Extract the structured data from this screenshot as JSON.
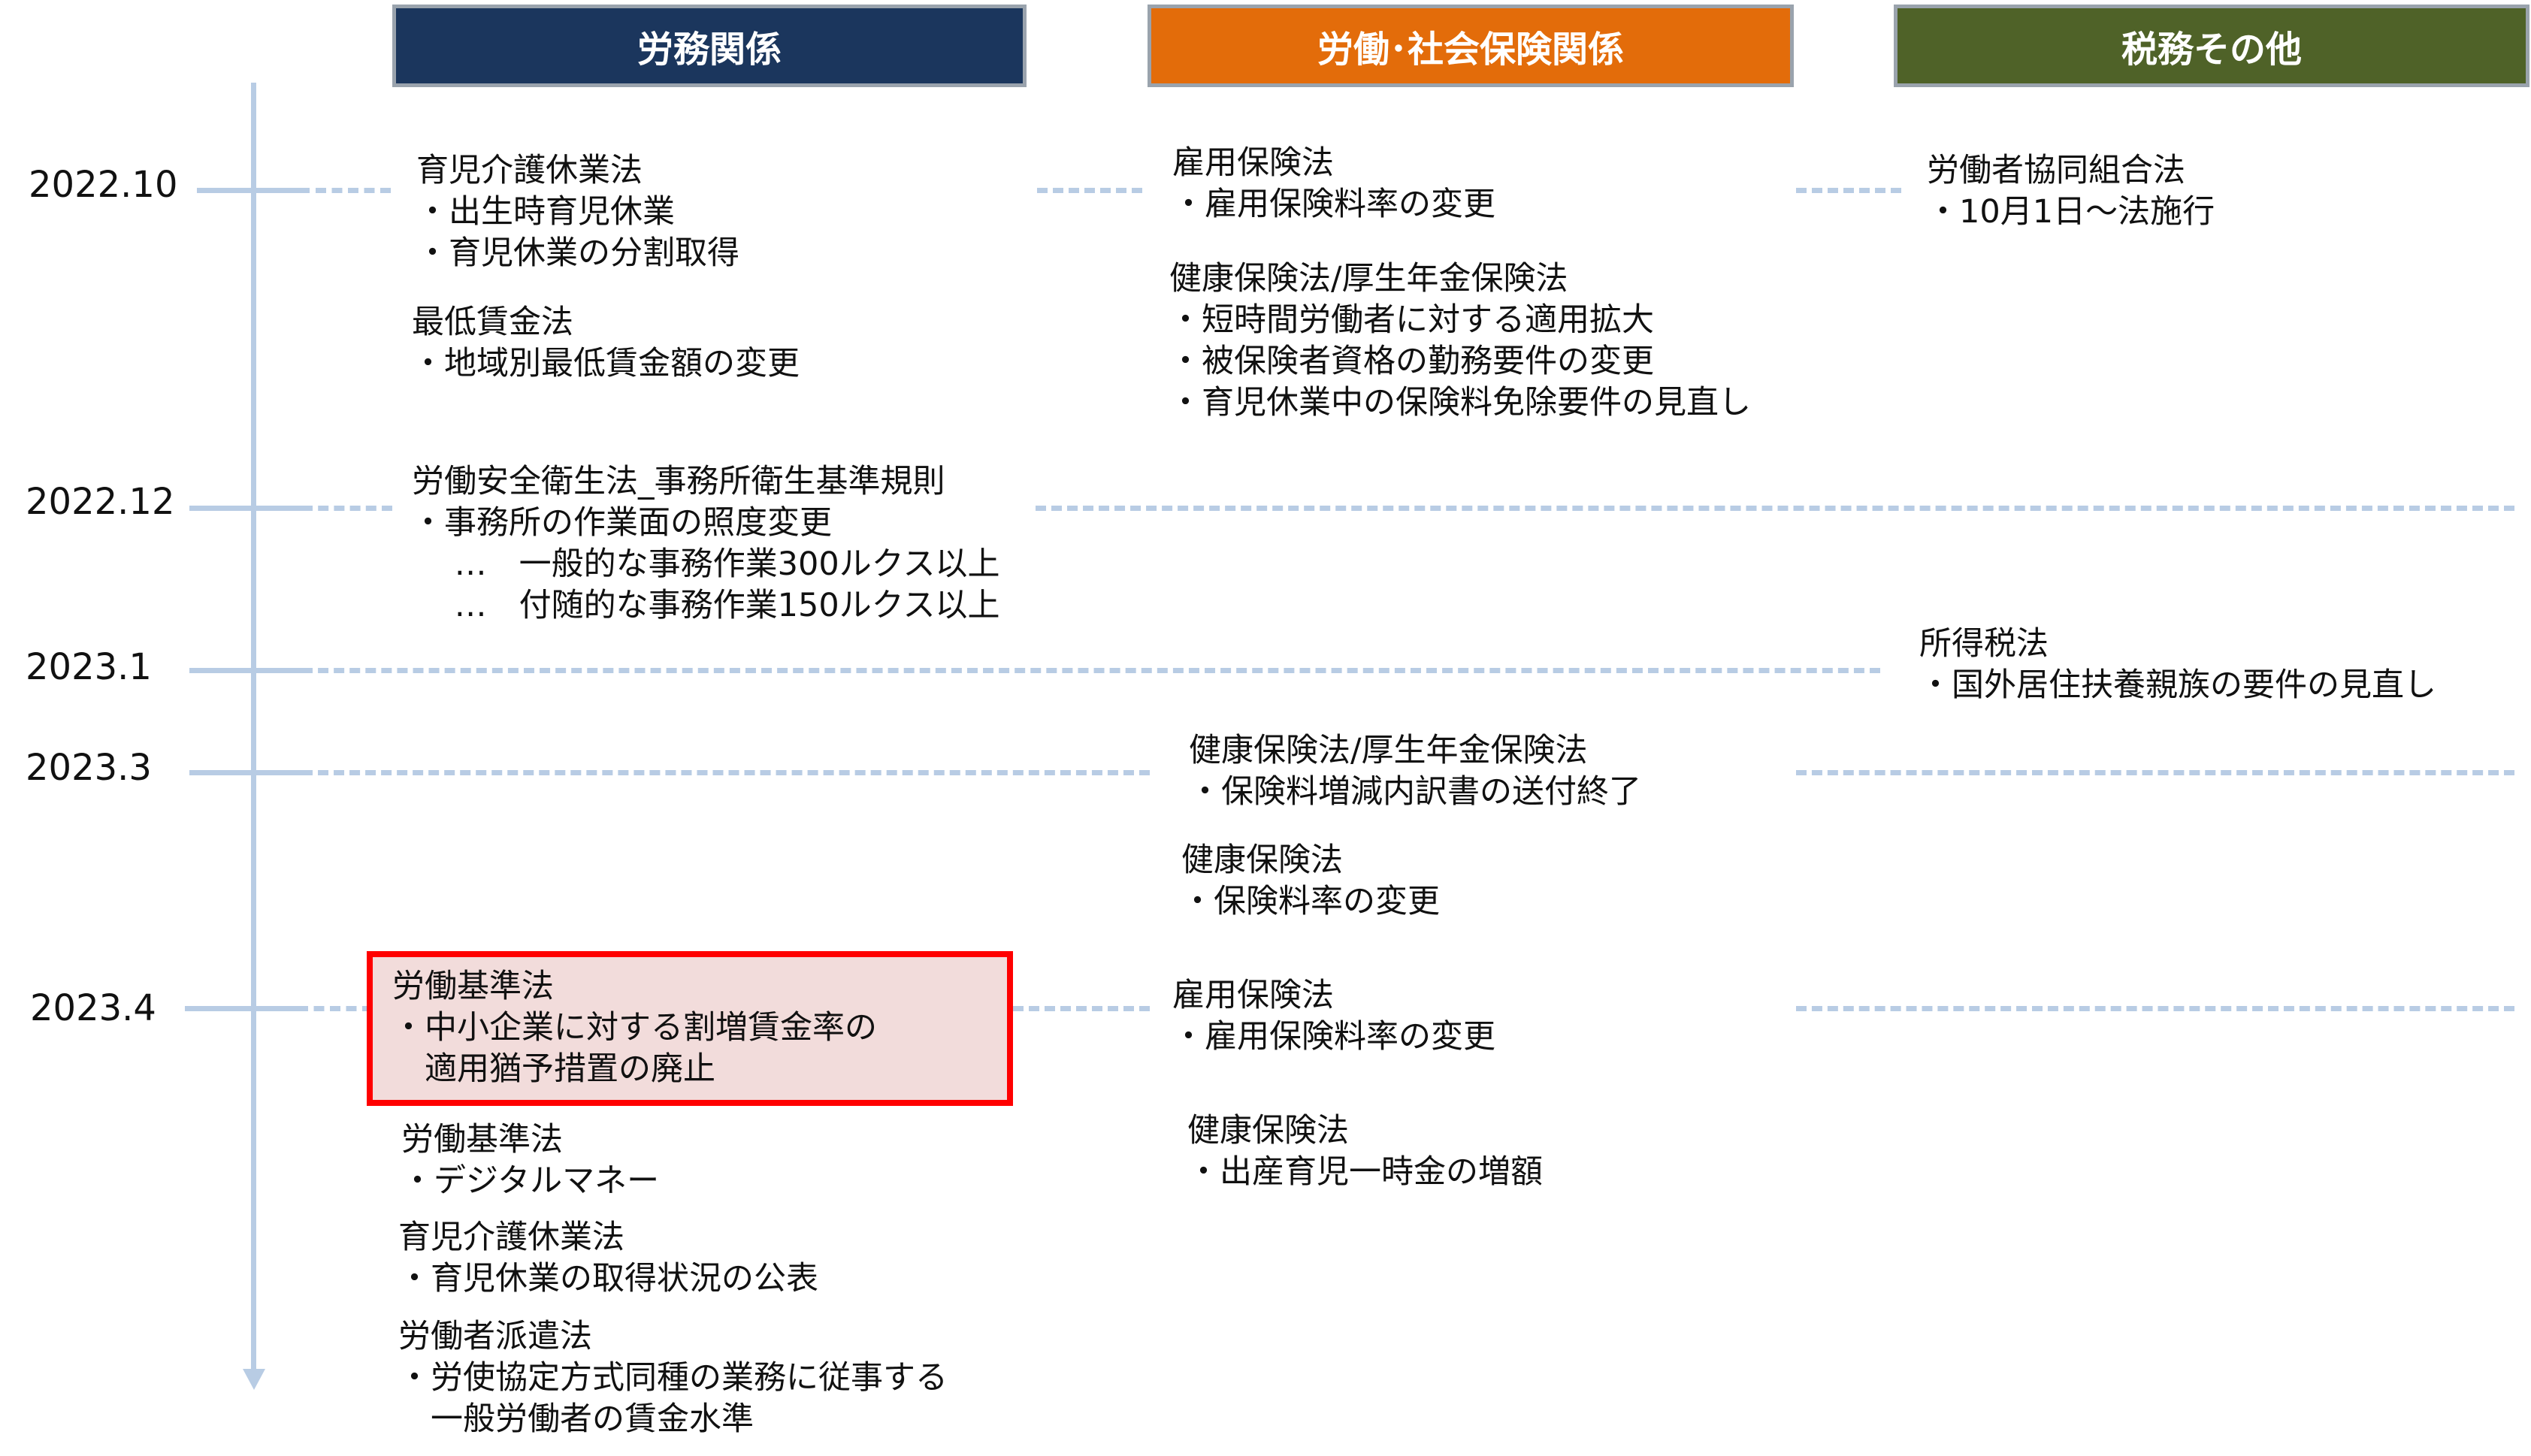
{
  "headers": {
    "labor": "労務関係",
    "social_insurance": "労働･社会保険関係",
    "tax": "税務その他"
  },
  "dates": [
    "2022.10",
    "2022.12",
    "2023.1",
    "2023.3",
    "2023.4"
  ],
  "colors": {
    "labor_header": "#1b365d",
    "social_insurance_header": "#e36c0a",
    "tax_header": "#4f6228",
    "timeline": "#b8cce4",
    "highlight_border": "#ff0000",
    "highlight_fill": "#f2dcdb"
  },
  "entries": {
    "labor": [
      {
        "date": "2022.10",
        "title": "育児介護休業法",
        "lines": [
          "・出生時育児休業",
          "・育児休業の分割取得"
        ]
      },
      {
        "date": "2022.10",
        "title": "最低賃金法",
        "lines": [
          "・地域別最低賃金額の変更"
        ]
      },
      {
        "date": "2022.12",
        "title": "労働安全衛生法_事務所衛生基準規則",
        "lines": [
          "・事務所の作業面の照度変更",
          "　 …　一般的な事務作業300ルクス以上",
          "　 …　付随的な事務作業150ルクス以上"
        ]
      },
      {
        "date": "2023.4",
        "title": "労働基準法",
        "lines": [
          "・中小企業に対する割増賃金率の",
          "　適用猶予措置の廃止"
        ],
        "highlighted": true
      },
      {
        "date": "2023.4",
        "title": "労働基準法",
        "lines": [
          "・デジタルマネー"
        ]
      },
      {
        "date": "2023.4",
        "title": "育児介護休業法",
        "lines": [
          "・育児休業の取得状況の公表"
        ]
      },
      {
        "date": "2023.4",
        "title": "労働者派遣法",
        "lines": [
          "・労使協定方式同種の業務に従事する",
          "　一般労働者の賃金水準"
        ]
      }
    ],
    "social_insurance": [
      {
        "date": "2022.10",
        "title": "雇用保険法",
        "lines": [
          "・雇用保険料率の変更"
        ]
      },
      {
        "date": "2022.10",
        "title": "健康保険法/厚生年金保険法",
        "lines": [
          "・短時間労働者に対する適用拡大",
          "・被保険者資格の勤務要件の変更",
          "・育児休業中の保険料免除要件の見直し"
        ]
      },
      {
        "date": "2023.3",
        "title": "健康保険法/厚生年金保険法",
        "lines": [
          "・保険料増減内訳書の送付終了"
        ]
      },
      {
        "date": "2023.3",
        "title": "健康保険法",
        "lines": [
          "・保険料率の変更"
        ]
      },
      {
        "date": "2023.4",
        "title": "雇用保険法",
        "lines": [
          "・雇用保険料率の変更"
        ]
      },
      {
        "date": "2023.4",
        "title": "健康保険法",
        "lines": [
          "・出産育児一時金の増額"
        ]
      }
    ],
    "tax": [
      {
        "date": "2022.10",
        "title": "労働者協同組合法",
        "lines": [
          "・10月1日～法施行"
        ]
      },
      {
        "date": "2023.1",
        "title": "所得税法",
        "lines": [
          "・国外居住扶養親族の要件の見直し"
        ]
      }
    ]
  }
}
